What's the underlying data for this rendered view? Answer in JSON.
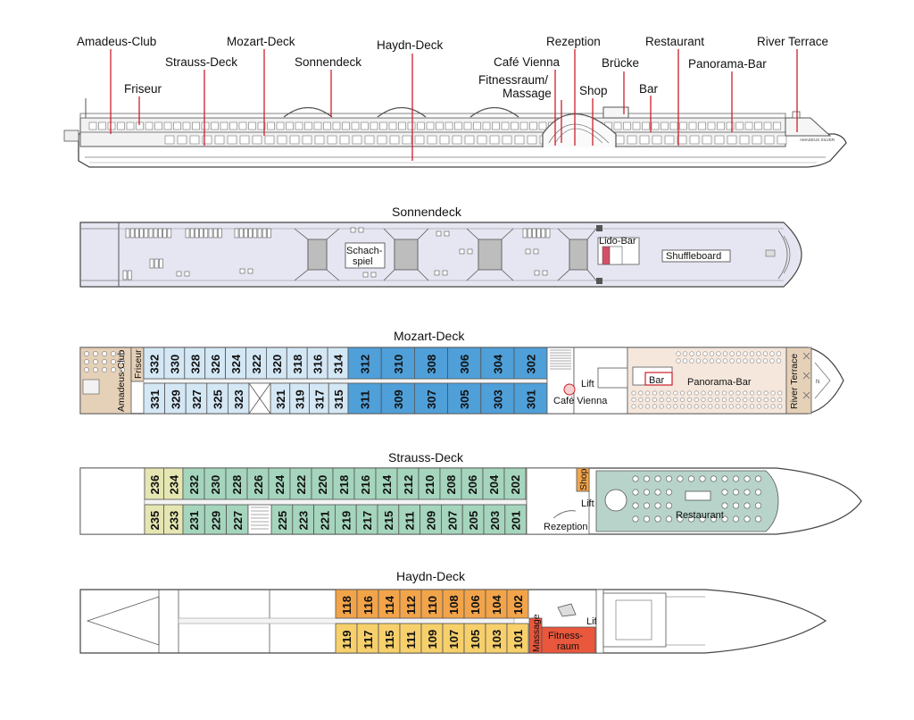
{
  "callouts": {
    "amadeus_club": "Amadeus-Club",
    "friseur": "Friseur",
    "strauss_deck": "Strauss-Deck",
    "mozart_deck": "Mozart-Deck",
    "sonnendeck": "Sonnendeck",
    "haydn_deck": "Haydn-Deck",
    "rezeption": "Rezeption",
    "cafe_vienna": "Café Vienna",
    "fitness_line1": "Fitnessraum/",
    "fitness_line2": "Massage",
    "shop": "Shop",
    "bruecke": "Brücke",
    "bar": "Bar",
    "restaurant": "Restaurant",
    "panorama_bar": "Panorama-Bar",
    "river_terrace": "River Terrace"
  },
  "sun_deck": {
    "title": "Sonnendeck",
    "schach_line1": "Schach-",
    "schach_line2": "spiel",
    "lido_bar": "Lido-Bar",
    "shuffleboard": "Shuffleboard"
  },
  "mozart_deck": {
    "title": "Mozart-Deck",
    "amadeus_club": "Amadeus-Club",
    "friseur": "Friseur",
    "top_light": [
      "332",
      "330",
      "328",
      "326",
      "324",
      "322",
      "320",
      "318",
      "316",
      "314"
    ],
    "top_blue": [
      "312",
      "310",
      "308",
      "306",
      "304",
      "302"
    ],
    "bottom_light_a": [
      "331",
      "329",
      "327",
      "325",
      "323"
    ],
    "bottom_light_b": [
      "321",
      "319",
      "317",
      "315"
    ],
    "bottom_blue": [
      "311",
      "309",
      "307",
      "305",
      "303",
      "301"
    ],
    "lift": "Lift",
    "cafe_vienna": "Café Vienna",
    "bar": "Bar",
    "panorama_bar": "Panorama-Bar",
    "river_terrace": "River Terrace"
  },
  "strauss_deck": {
    "title": "Strauss-Deck",
    "top_yellow": [
      "236",
      "234"
    ],
    "top_green": [
      "232",
      "230",
      "228",
      "226",
      "224",
      "222",
      "220",
      "218",
      "216",
      "214",
      "212",
      "210",
      "208",
      "206",
      "204",
      "202"
    ],
    "bottom_yellow": [
      "235",
      "233"
    ],
    "bottom_green_a": [
      "231",
      "229",
      "227"
    ],
    "bottom_green_b": [
      "225",
      "223",
      "221",
      "219",
      "217",
      "215",
      "211",
      "209",
      "207",
      "205",
      "203",
      "201"
    ],
    "shop": "Shop",
    "lift": "Lift",
    "rezeption": "Rezeption",
    "restaurant": "Restaurant"
  },
  "haydn_deck": {
    "title": "Haydn-Deck",
    "top": [
      "118",
      "116",
      "114",
      "112",
      "110",
      "108",
      "106",
      "104",
      "102"
    ],
    "bottom": [
      "119",
      "117",
      "115",
      "111",
      "109",
      "107",
      "105",
      "103",
      "101"
    ],
    "massage": "Massage",
    "lift": "Lift",
    "fitness_line1": "Fitness-",
    "fitness_line2": "raum"
  },
  "colors": {
    "sun_deck_fill": "#e6e6f2",
    "mozart_light": "#d4e7f5",
    "mozart_blue": "#4f9fd9",
    "strauss_green": "#a5d5bd",
    "strauss_yellow": "#e6e6b2",
    "haydn_orange": "#f2a44a",
    "haydn_yellow": "#f7d06c",
    "fitness_red": "#e9573c",
    "wood": "#e5d0b8",
    "panorama_bg": "#f5e7dc",
    "restaurant_bg": "#b7d3ca",
    "line_red": "#cc1e2c"
  }
}
